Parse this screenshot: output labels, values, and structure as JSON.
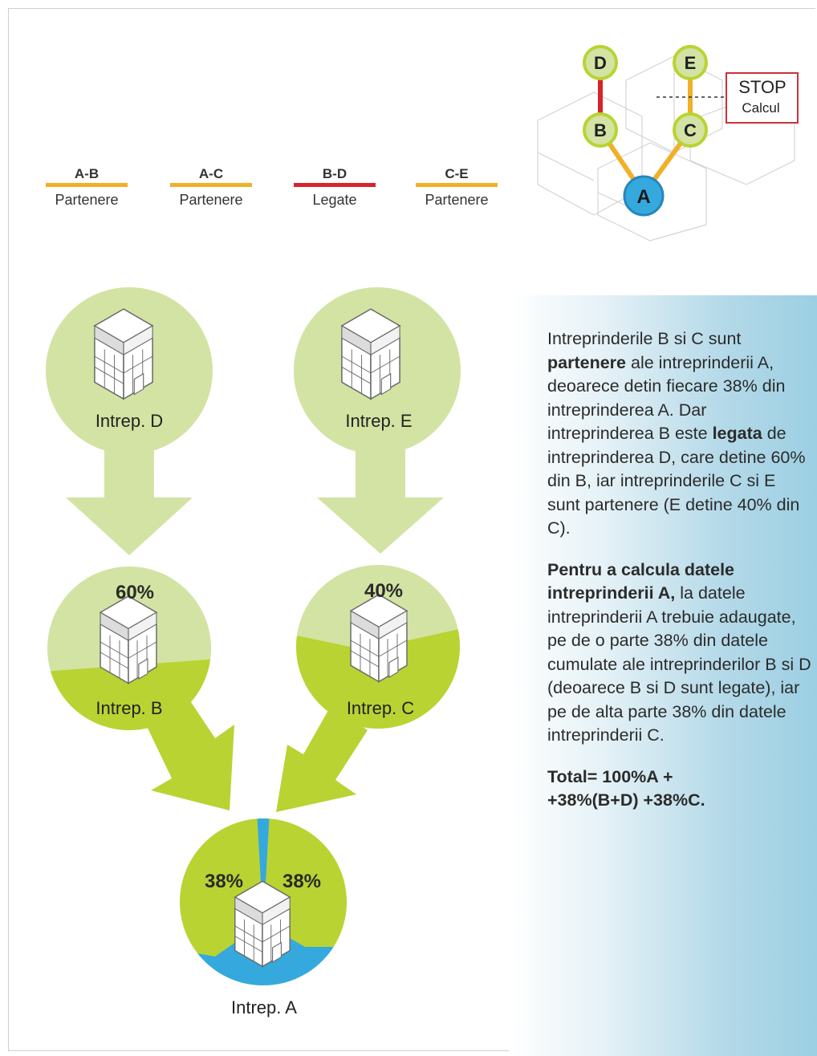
{
  "legend": [
    {
      "code": "A-B",
      "type": "Partenere",
      "color": "#f0b027"
    },
    {
      "code": "A-C",
      "type": "Partenere",
      "color": "#f0b027"
    },
    {
      "code": "B-D",
      "type": "Legate",
      "color": "#d8232a"
    },
    {
      "code": "C-E",
      "type": "Partenere",
      "color": "#f0b027"
    }
  ],
  "mini_diagram": {
    "nodes": [
      "A",
      "B",
      "C",
      "D",
      "E"
    ],
    "stop_label": "STOP",
    "stop_sub": "Calcul"
  },
  "circles": {
    "d": {
      "label": "Intrep. D"
    },
    "e": {
      "label": "Intrep. E"
    },
    "b": {
      "label": "Intrep. B",
      "percent": "60%",
      "share": 0.6
    },
    "c": {
      "label": "Intrep. C",
      "percent": "40%",
      "share": 0.4
    },
    "a": {
      "label": "Intrep. A",
      "left_percent": "38%",
      "right_percent": "38%"
    }
  },
  "colors": {
    "light_green": "#d3e3a3",
    "bright_green": "#b9d332",
    "blue": "#35a9de",
    "orange": "#f0b027",
    "red": "#d8232a"
  },
  "info": {
    "p1": {
      "a": "Intreprinderile B si C sunt",
      "b": "partenere",
      "c": "ale intreprinderii A, deoarece detin fiecare 38% din intreprinderea A. Dar intreprinderea B este",
      "d": "legata",
      "e": "de intreprinderea D, care detine 60% din B, iar intreprinderile C si E sunt partenere (E detine 40% din C)."
    },
    "p2": {
      "a": "Pentru a calcula datele intreprinderii A,",
      "b": "la datele intreprinderii A trebuie adaugate, pe de o parte 38% din datele cumulate ale intreprinderilor B si D (deoarece B si D sunt legate), iar pe de alta parte 38% din datele intreprinderii C."
    },
    "total_1": "Total= 100%A +",
    "total_2": "+38%(B+D) +38%C."
  }
}
